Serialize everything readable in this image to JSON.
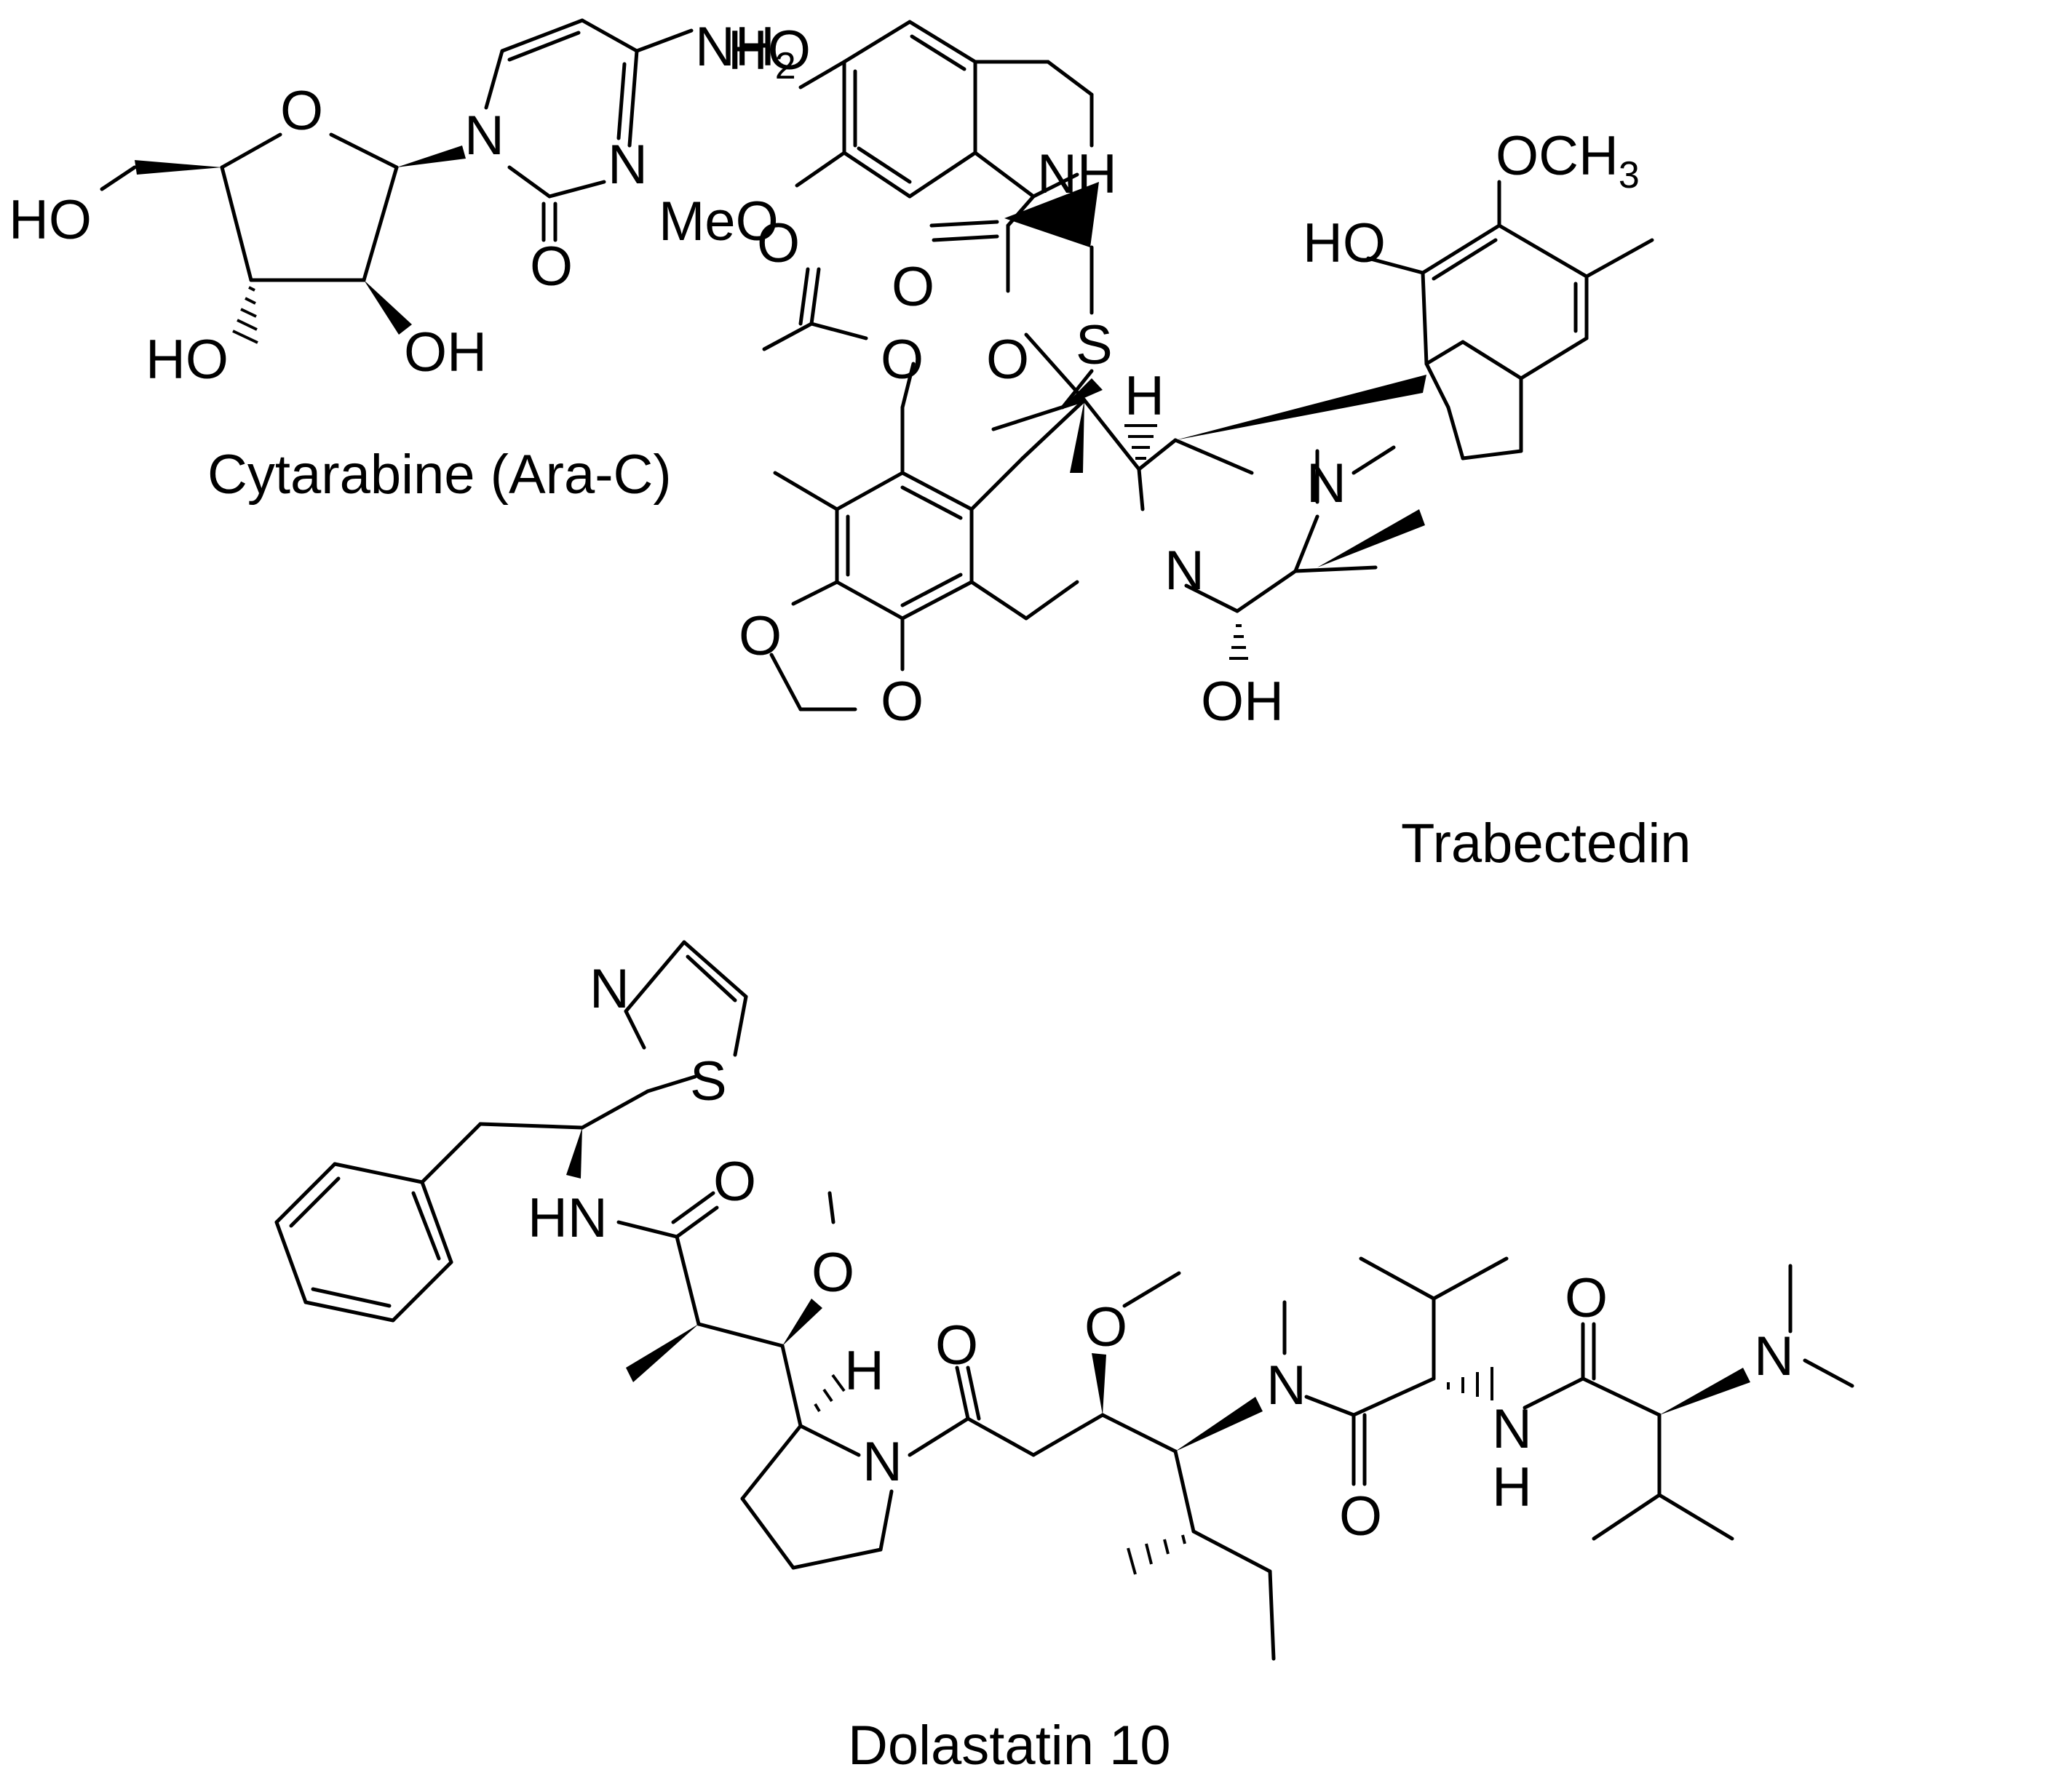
{
  "compounds": [
    {
      "name": "Cytarabine (Ara-C)",
      "atoms": {
        "ring_o": "O",
        "n1": "N",
        "n3": "N",
        "carbonyl_o": "O",
        "amine": "NH",
        "amine_sub": "2",
        "ho_5": "HO",
        "ho_3": "HO",
        "oh_2": "OH"
      }
    },
    {
      "name": "Trabectedin",
      "atoms": {
        "ho_top": "HO",
        "meo": "MeO",
        "nh": "NH",
        "ocome": "OCH",
        "ocome_sub": "3",
        "ho_right": "HO",
        "o_carbonyl": "O",
        "o_ester": "O",
        "s": "S",
        "h_stereo": "H",
        "n_methyl": "N",
        "o_acetoxy": "O",
        "o_acetyl": "O",
        "n_bridge": "N",
        "o_dioxole_left": "O",
        "o_dioxole_bottom": "O",
        "oh_bottom": "OH"
      }
    },
    {
      "name": "Dolastatin 10",
      "atoms": {
        "thiazole_n": "N",
        "thiazole_s": "S",
        "hn_amide": "HN",
        "amide_o1": "O",
        "methoxy_o1": "O",
        "h_stereo": "H",
        "pyrrolidine_n": "N",
        "amide_o2": "O",
        "methoxy_o2": "O",
        "n_methyl": "N",
        "amide_o3": "O",
        "nh_n": "N",
        "nh_h": "H",
        "amide_o4": "O",
        "nme2_n": "N"
      }
    }
  ]
}
